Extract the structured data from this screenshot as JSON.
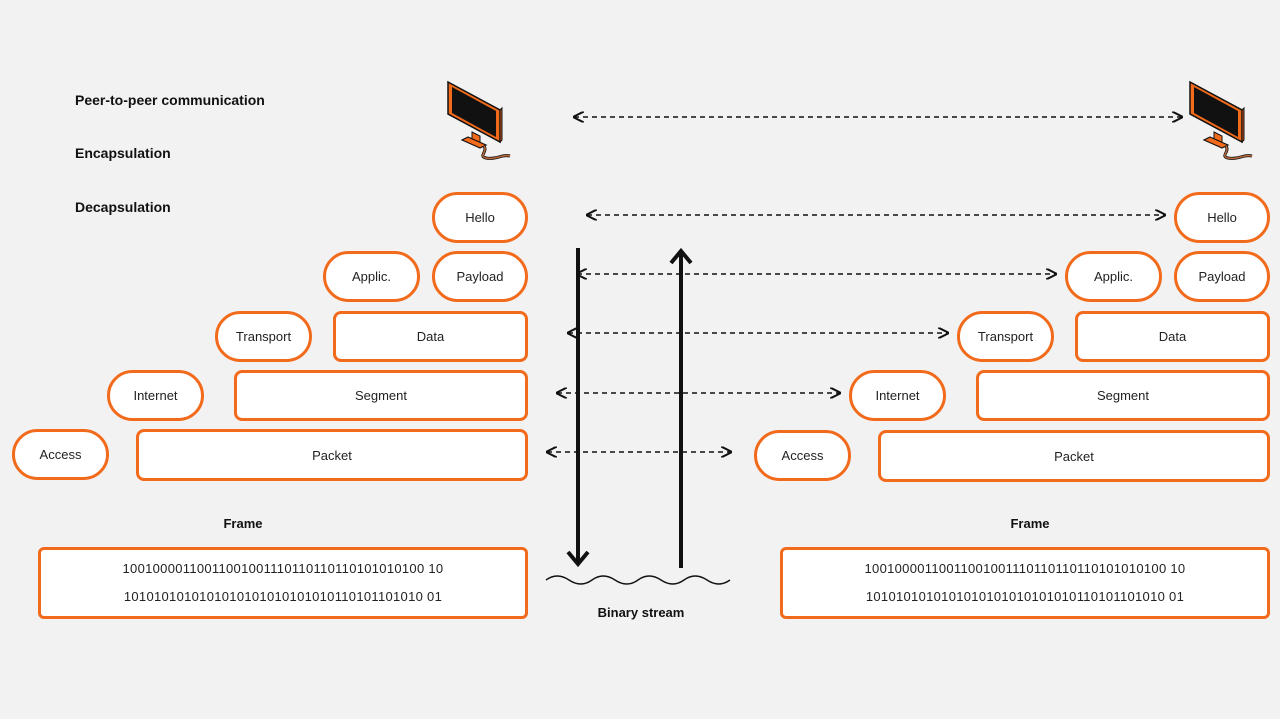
{
  "legend": {
    "peer": "Peer-to-peer communication",
    "encapsulation": "Encapsulation",
    "decapsulation": "Decapsulation"
  },
  "left": {
    "hello": "Hello",
    "applic": "Applic.",
    "payload": "Payload",
    "transport": "Transport",
    "data": "Data",
    "internet": "Internet",
    "segment": "Segment",
    "access": "Access",
    "packet": "Packet",
    "frame_label": "Frame",
    "bits_line1": "10010000110011001001110110110110101010100 10",
    "bits_line2": "1010101010101010101010101010110101101010 01"
  },
  "right": {
    "hello": "Hello",
    "applic": "Applic.",
    "payload": "Payload",
    "transport": "Transport",
    "data": "Data",
    "internet": "Internet",
    "segment": "Segment",
    "access": "Access",
    "packet": "Packet",
    "frame_label": "Frame",
    "bits_line1": "10010000110011001001110110110110101010100 10",
    "bits_line2": "1010101010101010101010101010110101101010 01"
  },
  "binary_stream": "Binary stream",
  "colors": {
    "accent": "#f26a1b",
    "background": "#f2f2f2"
  },
  "icons": {
    "left_computer": "monitor-icon",
    "right_computer": "monitor-icon"
  }
}
